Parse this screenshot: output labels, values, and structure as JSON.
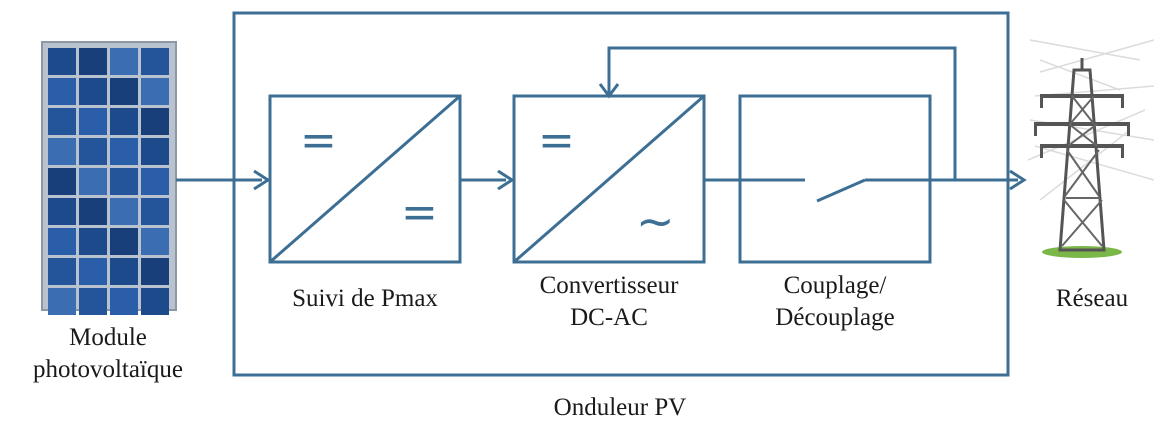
{
  "colors": {
    "line": "#3d6f94",
    "panel_dark": "#17407c",
    "panel_light": "#3a6fb0",
    "panel_frame": "#9aa5b3",
    "tower": "#5a5a5a",
    "grass": "#7ab648"
  },
  "pv_module": {
    "label_line1": "Module",
    "label_line2": "photovoltaïque"
  },
  "blocks": {
    "mppt": {
      "label": "Suivi de Pmax",
      "symbol_in": "=",
      "symbol_out": "="
    },
    "inverter": {
      "label_line1": "Convertisseur",
      "label_line2": "DC-AC",
      "symbol_in": "=",
      "symbol_out": "~"
    },
    "coupling": {
      "label_line1": "Couplage/",
      "label_line2": "Découplage"
    }
  },
  "grid": {
    "label": "Réseau"
  },
  "enclosure": {
    "label": "Onduleur PV"
  }
}
